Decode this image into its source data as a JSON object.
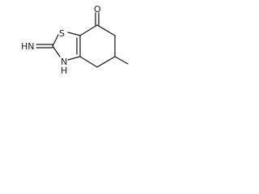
{
  "molecule": {
    "atoms": {
      "oxygen": "O",
      "sulfur": "S",
      "imine_nitrogen": "HN",
      "ring_nitrogen": "N",
      "ring_nitrogen_h": "H"
    },
    "colors": {
      "ink": "#1a1a1a",
      "background": "#ffffff"
    }
  }
}
